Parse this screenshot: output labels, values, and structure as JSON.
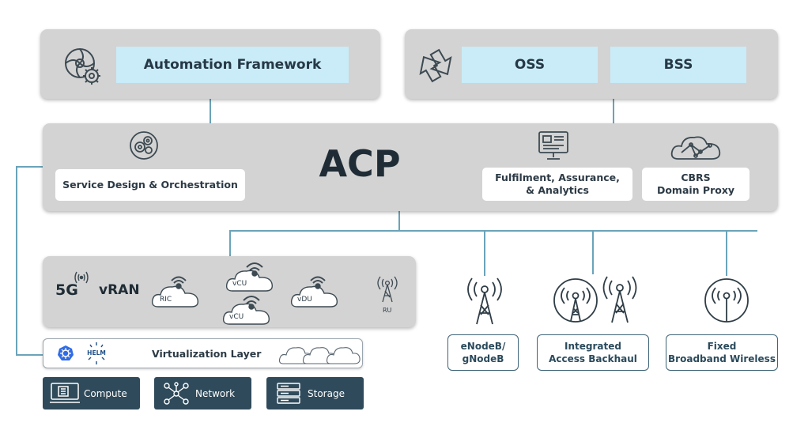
{
  "top_left": {
    "label": "Automation Framework"
  },
  "top_right": {
    "oss_label": "OSS",
    "bss_label": "BSS"
  },
  "acp": {
    "title": "ACP",
    "service_design_label": "Service Design & Orchestration",
    "fulfilment_label_line1": "Fulfilment, Assurance,",
    "fulfilment_label_line2": "& Analytics",
    "cbrs_label_line1": "CBRS",
    "cbrs_label_line2": "Domain Proxy"
  },
  "vran": {
    "five_g": "5G",
    "label": "vRAN",
    "cloud_ric": "RIC",
    "cloud_vcu_top": "vCU",
    "cloud_vcu_bottom": "vCU",
    "cloud_vdu": "vDU",
    "ru_label": "RU"
  },
  "virtualization": {
    "helm": "HELM",
    "label": "Virtualization Layer"
  },
  "infra": {
    "compute": "Compute",
    "network": "Network",
    "storage": "Storage"
  },
  "endpoints": {
    "enodeb_line1": "eNodeB/",
    "enodeb_line2": "gNodeB",
    "iab_line1": "Integrated",
    "iab_line2": "Access Backhaul",
    "fbw_line1": "Fixed",
    "fbw_line2": "Broadband Wireless"
  },
  "colors": {
    "panel": "#d3d3d3",
    "highlight": "#c9ecf8",
    "connector": "#6aa3b9",
    "dark": "#2f4a5a"
  }
}
